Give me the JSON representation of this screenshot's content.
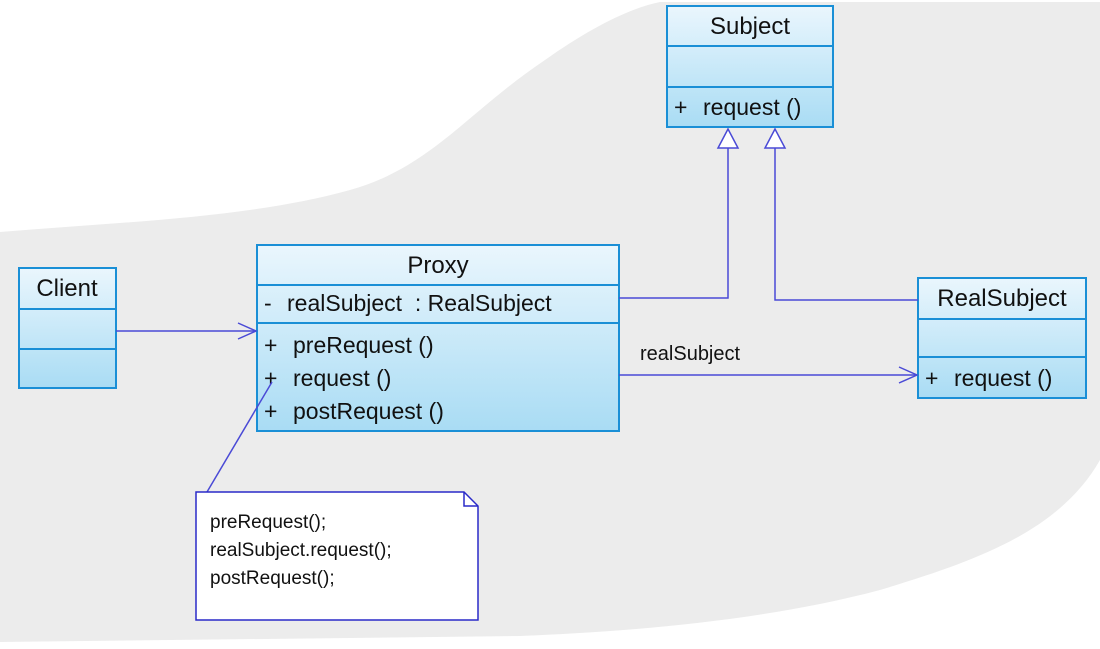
{
  "colors": {
    "class_fill_top": "#eaf6fd",
    "class_fill_bottom": "#a9dcf4",
    "class_border": "#1a8fd6",
    "connector": "#4a4ad6",
    "backdrop": "#ececec",
    "note_border": "#2a2ac8"
  },
  "classes": {
    "subject": {
      "name": "Subject",
      "attributes": [],
      "operations": [
        {
          "visibility": "+",
          "signature": "request ()"
        }
      ]
    },
    "client": {
      "name": "Client",
      "attributes": [],
      "operations": []
    },
    "proxy": {
      "name": "Proxy",
      "attributes": [
        {
          "visibility": "-",
          "signature": "realSubject  : RealSubject"
        }
      ],
      "operations": [
        {
          "visibility": "+",
          "signature": "preRequest ()"
        },
        {
          "visibility": "+",
          "signature": "request ()"
        },
        {
          "visibility": "+",
          "signature": "postRequest ()"
        }
      ]
    },
    "real_subject": {
      "name": "RealSubject",
      "attributes": [],
      "operations": [
        {
          "visibility": "+",
          "signature": "request ()"
        }
      ]
    }
  },
  "associations": {
    "proxy_to_real_subject": {
      "label": "realSubject"
    }
  },
  "note": {
    "lines": [
      "preRequest();",
      "realSubject.request();",
      "postRequest();"
    ]
  }
}
